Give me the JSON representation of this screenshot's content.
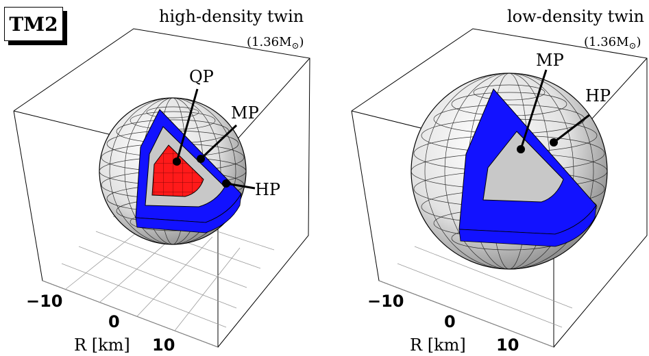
{
  "tag": "TM2",
  "panels": [
    {
      "title": "high-density twin",
      "mass": "(1.36M",
      "mass_sub": "⊙",
      "phases": [
        "QP",
        "MP",
        "HP"
      ],
      "ticks": [
        "−10",
        "0",
        "10"
      ],
      "axis_label": "R [km]"
    },
    {
      "title": "low-density twin",
      "mass": "(1.36M",
      "mass_sub": "⊙",
      "phases": [
        "MP",
        "HP"
      ],
      "ticks": [
        "−10",
        "0",
        "10"
      ],
      "axis_label": "R [km]"
    }
  ],
  "colors": {
    "core_red": "#ff1a1a",
    "shell_blue": "#1212ff",
    "mid_gray": "#c8c8c8"
  }
}
